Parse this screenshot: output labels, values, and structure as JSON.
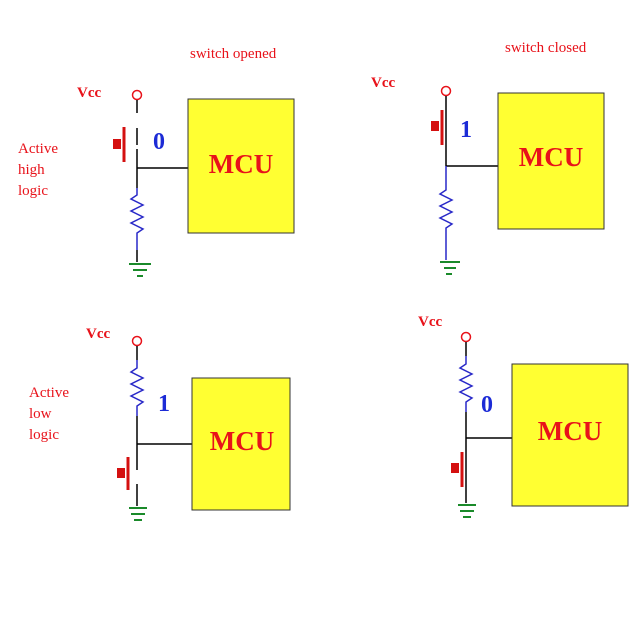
{
  "captions": {
    "open": "switch opened",
    "closed": "switch closed"
  },
  "labels": {
    "vcc": "Vcc",
    "mcu": "MCU",
    "active_high": [
      "Active",
      "high",
      "logic"
    ],
    "active_low": [
      "Active",
      "low",
      "logic"
    ]
  },
  "circuits": [
    {
      "id": "high-open",
      "logic": "active high",
      "switch": "opened",
      "state": "0"
    },
    {
      "id": "high-closed",
      "logic": "active high",
      "switch": "closed",
      "state": "1"
    },
    {
      "id": "low-open",
      "logic": "active low",
      "switch": "opened",
      "state": "1"
    },
    {
      "id": "low-closed",
      "logic": "active low",
      "switch": "closed",
      "state": "0"
    }
  ],
  "colors": {
    "label_red": "#e8121a",
    "state_blue": "#1c2bd6",
    "mcu_fill": "#ffff32",
    "resistor_blue": "#2929c8",
    "ground_green": "#1a8a2a",
    "switch_red": "#d41010",
    "wire": "#000000"
  }
}
